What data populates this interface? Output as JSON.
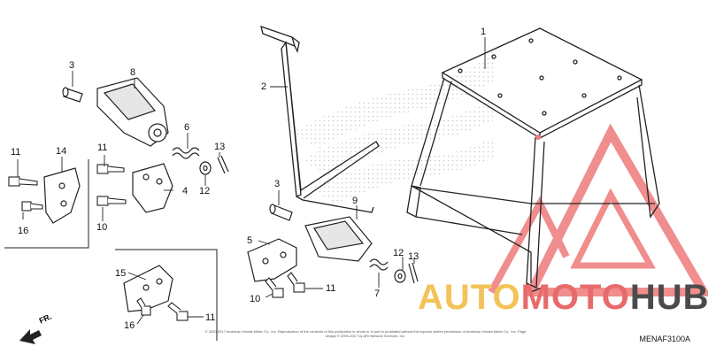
{
  "callouts": {
    "c1": "1",
    "c2": "2",
    "c3a": "3",
    "c3b": "3",
    "c4": "4",
    "c5": "5",
    "c6": "6",
    "c7": "7",
    "c8": "8",
    "c9": "9",
    "c10a": "10",
    "c10b": "10",
    "c11a": "11",
    "c11b": "11",
    "c11c": "11",
    "c11d": "11",
    "c12a": "12",
    "c12b": "12",
    "c13a": "13",
    "c13b": "13",
    "c14": "14",
    "c15": "15",
    "c16a": "16",
    "c16b": "16"
  },
  "direction_marker": "FR.",
  "diagram_code": "MENAF3100A",
  "copyright_text": "© 2000-2017 American Honda Motor Co., Inc. Reproduction of the contents of this publication in whole or in part is prohibited without the express written permission of American Honda Motor Co., Inc. Page design © 2000-2017 by ARI Network Services, Inc.",
  "watermark": {
    "part1": "AUTO",
    "part2": "MOTO",
    "part3": "HUB",
    "colors": {
      "yellow": "#f3c35a",
      "red": "#e76b6b",
      "gray": "#4b4b4b"
    }
  }
}
